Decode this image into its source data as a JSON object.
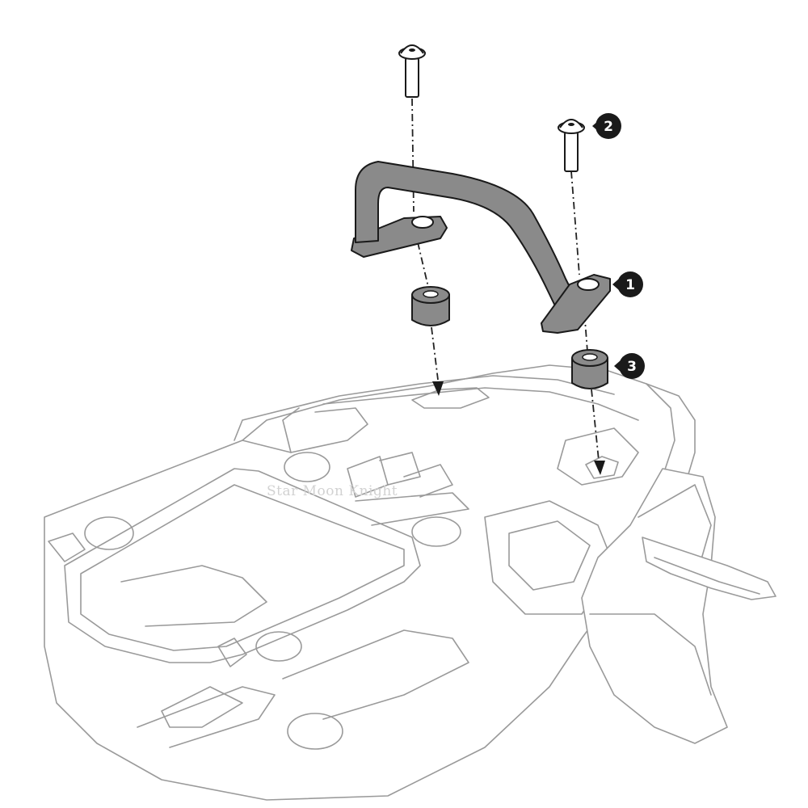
{
  "callouts": [
    {
      "number": "1",
      "part": "grab-handle"
    },
    {
      "number": "2",
      "part": "bolt"
    },
    {
      "number": "3",
      "part": "spacer"
    }
  ],
  "watermark": "Star Moon Knight",
  "colors": {
    "part_fill": "#8a8a8a",
    "part_stroke": "#1a1a1a",
    "outline": "#9a9a9a",
    "callout": "#1a1a1a"
  }
}
